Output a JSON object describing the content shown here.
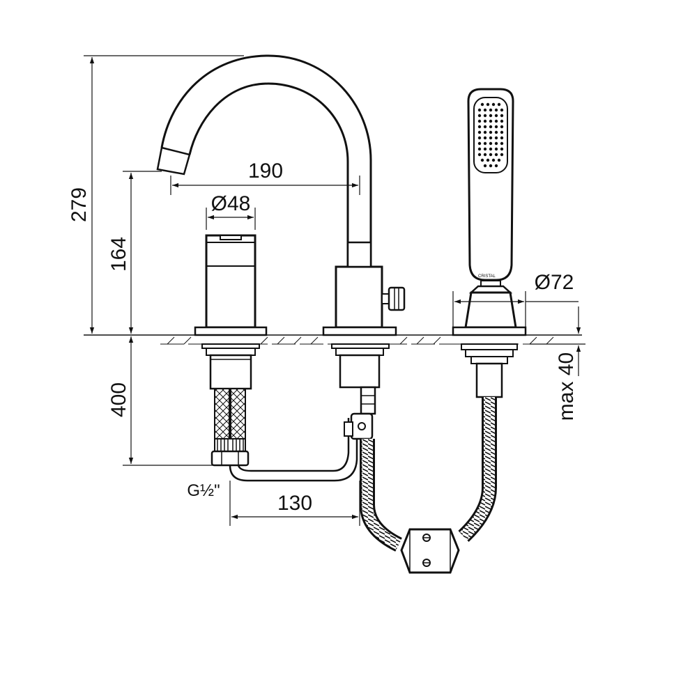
{
  "dimensions": {
    "total_height": "279",
    "spout_height": "164",
    "below_deck": "400",
    "spout_reach": "190",
    "handle_diameter": "Ø48",
    "shower_base_diameter": "Ø72",
    "max_deck_thickness": "max 40",
    "pipe_spacing": "130",
    "thread": "G½\""
  },
  "logo": "CRISTAL",
  "colors": {
    "ink": "#111111",
    "background": "#ffffff"
  }
}
